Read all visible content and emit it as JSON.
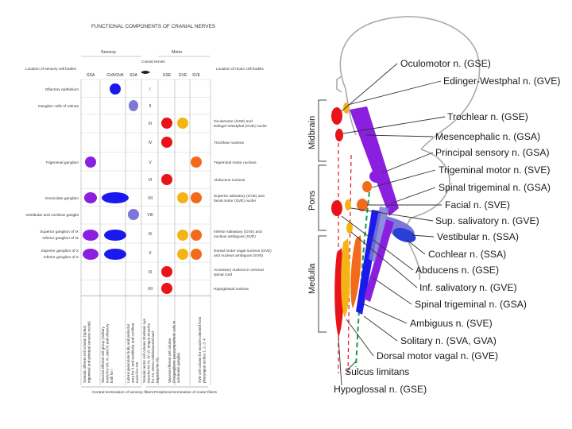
{
  "chart": {
    "title": "FUNCTIONAL COMPONENTS OF CRANIAL NERVES",
    "sensory_header": "Sensory",
    "motor_header": "Motor",
    "cranial_nerves_header": "Cranial nerves",
    "left_header": "Location of sensory cell bodies",
    "right_header": "Location of motor cell bodies",
    "columns": [
      "GSA",
      "GVA/SVA",
      "SSA",
      "GSE",
      "GVE",
      "SVE"
    ],
    "rows": [
      {
        "num": "I",
        "sensory": "Olfactory epithelium",
        "motor": ""
      },
      {
        "num": "II",
        "sensory": "Ganglion cells of retinas",
        "motor": ""
      },
      {
        "num": "III",
        "sensory": "",
        "motor": "Oculomotor (GSE) and Edinger-Westphal (GVE) nuclei"
      },
      {
        "num": "IV",
        "sensory": "",
        "motor": "Trochlear nucleus"
      },
      {
        "num": "V",
        "sensory": "Trigeminal ganglion",
        "motor": "Trigeminal motor nucleus"
      },
      {
        "num": "VI",
        "sensory": "",
        "motor": "Abducens nucleus"
      },
      {
        "num": "VII",
        "sensory": "Geniculate ganglion",
        "motor": "Superior salivatory (GVE) and facial motor (SVE) nuclei"
      },
      {
        "num": "VIII",
        "sensory": "Vestibular and cochlear ganglia",
        "motor": ""
      },
      {
        "num": "IX",
        "sensory": "Superior ganglion of IX / Inferior ganglion of IX",
        "motor": "Inferior salivatory (GVE) and nucleus ambiguus (SVE)"
      },
      {
        "num": "X",
        "sensory": "Superior ganglion of X / Inferior ganglion of X",
        "motor": "Dorsal motor vagal nucleus (GVE) and nucleus ambiguus (SVE)"
      },
      {
        "num": "XI",
        "sensory": "",
        "motor": "Accessory nucleus in cervical spinal cord"
      },
      {
        "num": "XII",
        "sensory": "",
        "motor": "Hypoglossal nucleus"
      }
    ],
    "column_notes": [
      "Somatic afferent cell column (Spinal trigeminal and principal sensory nuclei)",
      "Visceral afferent cell group (Solitary nuclei for VII, IX, and X) and olfactory bulb for I",
      "Lateral geniculate body and pretectal area for II and vestibular and cochlear nuclei for VIII",
      "Somatic motor cell column (Extrinsic eye muscles for III, IV, VI, tongue muscles for XII, sterno-cleidomastoid and trapezius for XI)",
      "Visceral efferent cell column (Preganglionic parasympathetic cells in autonomic ganglia)",
      "SVE cell column for muscles derived from pharyngeal arches 1, 2, 3, 4"
    ],
    "footer_left": "Central termination of sensory fibers",
    "footer_right": "Peripheral termination of motor fibers",
    "colors": {
      "GSA": "#8a1fe0",
      "GVA_SVA": "#1a1aee",
      "SSA": "#7b78d8",
      "GSE": "#e8141a",
      "GVE": "#f5b416",
      "SVE": "#f26a1a"
    }
  },
  "brainstem": {
    "regions": [
      "Midbrain",
      "Pons",
      "Medulla"
    ],
    "labels": [
      "Oculomotor n. (GSE)",
      "Edinger-Westphal n. (GVE)",
      "Trochlear n. (GSE)",
      "Mesencephalic n. (GSA)",
      "Principal sensory n. (GSA)",
      "Trigeminal motor n. (SVE)",
      "Spinal trigeminal n. (GSA)",
      "Facial n. (SVE)",
      "Sup. salivatory n. (GVE)",
      "Vestibular n. (SSA)",
      "Cochlear n. (SSA)",
      "Abducens n. (GSE)",
      "Inf. salivatory n. (GVE)",
      "Spinal trigeminal n. (GSA)",
      "Ambiguus n. (SVE)",
      "Solitary n. (SVA, GVA)",
      "Dorsal motor vagal n. (GVE)",
      "Sulcus limitans",
      "Hypoglossal n. (GSE)"
    ]
  }
}
